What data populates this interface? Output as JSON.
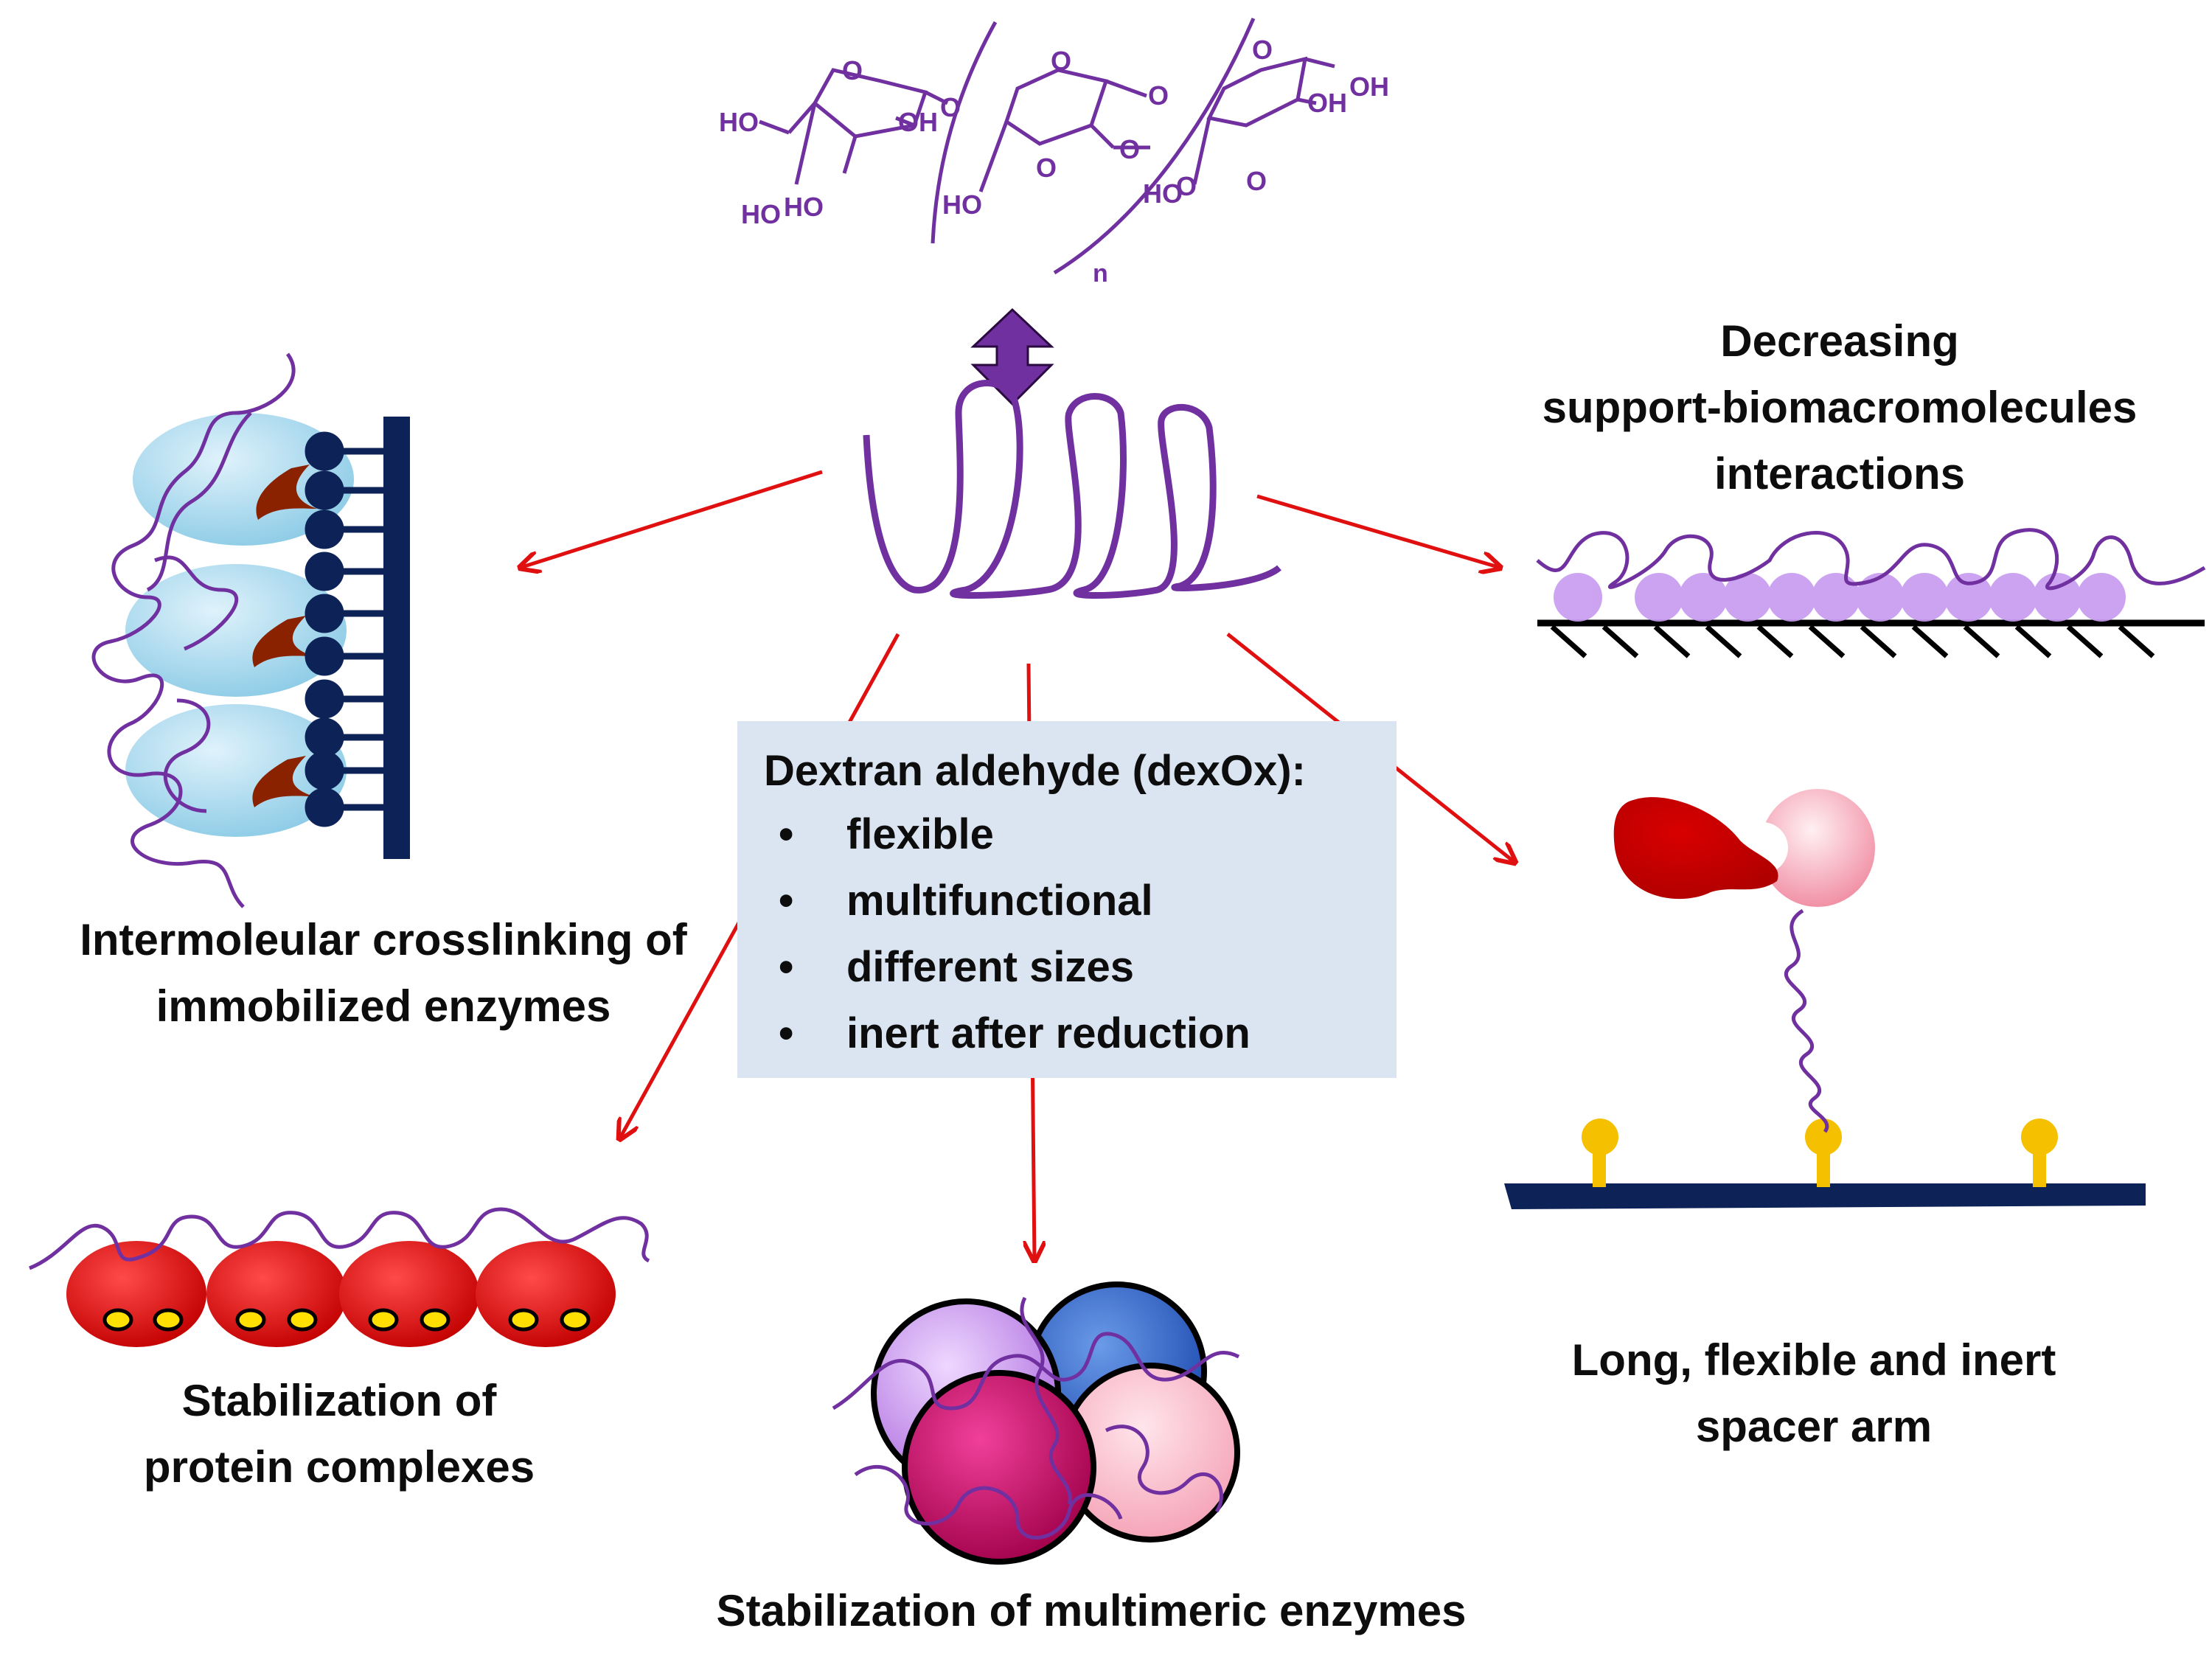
{
  "chemistry": {
    "groups": [
      "HO",
      "OH",
      "HO",
      "HO",
      "HO",
      "HO",
      "OH",
      "OH",
      "O",
      "O",
      "O",
      "O",
      "O",
      "O",
      "O",
      "O",
      "O"
    ],
    "repeat_subscript": "n"
  },
  "labels": {
    "top_right": [
      "Decreasing",
      "support-biomacromolecules",
      "interactions"
    ],
    "left": [
      "Intermoleular crosslinking of",
      "immobilized enzymes"
    ],
    "bottom_left": [
      "Stabilization of",
      "protein complexes"
    ],
    "bottom_center": "Stabilization of multimeric enzymes",
    "right": [
      "Long, flexible and inert",
      "spacer arm"
    ]
  },
  "infobox": {
    "title": "Dextran aldehyde (dexOx):",
    "items": [
      "flexible",
      "multifunctional",
      "different sizes",
      "inert after reduction"
    ],
    "bullet": "•"
  },
  "colors": {
    "polymer": "#7030a0",
    "arrow": "#e01010",
    "support": "#0d2257",
    "enzyme_light": "#9fd4ea",
    "protein_red": "#d10000",
    "info_box_bg": "#dbe5f1",
    "pin": "#f5c000"
  }
}
